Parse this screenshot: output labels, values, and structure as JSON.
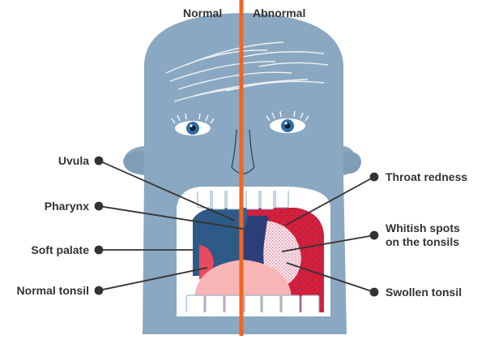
{
  "header": {
    "left": "Normal",
    "right": "Abnormal"
  },
  "labels": {
    "uvula": "Uvula",
    "pharynx": "Pharynx",
    "soft_palate": "Soft palate",
    "normal_tonsil": "Normal tonsil",
    "throat_redness": "Throat redness",
    "whitish_spots_line1": "Whitish spots",
    "whitish_spots_line2": "on the tonsils",
    "swollen_tonsil": "Swollen tonsil"
  },
  "colors": {
    "face": "#8AA8C1",
    "divider": "#F26522",
    "pharynx": "#2E5A87",
    "tongue": "#F7B5B5",
    "normal_tonsil": "#E8495F",
    "throat_redness": "#D81E3A",
    "eye_iris": "#2F6DA3",
    "text": "#333333"
  }
}
